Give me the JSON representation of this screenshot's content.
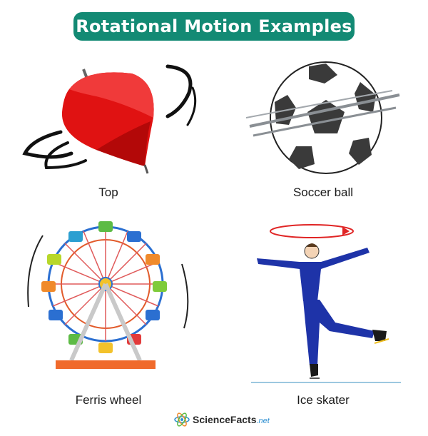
{
  "title": "Rotational Motion Examples",
  "examples": [
    {
      "label": "Top",
      "icon": "spinning-top-icon"
    },
    {
      "label": "Soccer ball",
      "icon": "soccer-ball-icon"
    },
    {
      "label": "Ferris wheel",
      "icon": "ferris-wheel-icon"
    },
    {
      "label": "Ice skater",
      "icon": "ice-skater-icon"
    }
  ],
  "brand": {
    "name": "ScienceFacts",
    "suffix": ".net",
    "icon": "atom-icon"
  },
  "colors": {
    "title_bg": "#138a74",
    "top_red": "#e01212",
    "skater_blue": "#1e33a8"
  }
}
